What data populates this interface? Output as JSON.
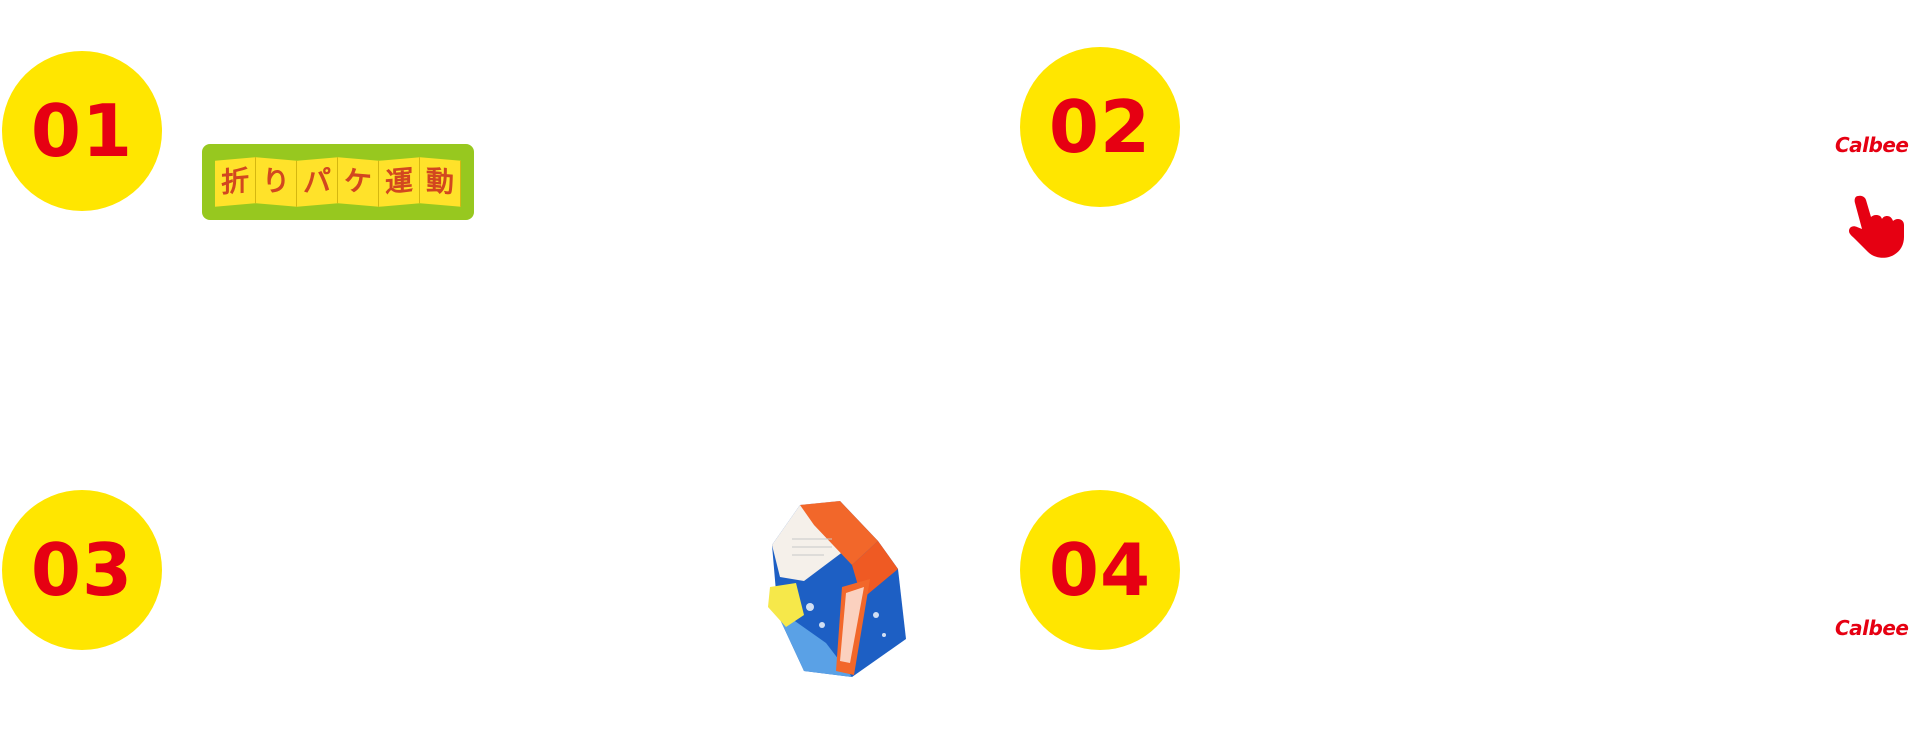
{
  "steps": [
    {
      "number": "01"
    },
    {
      "number": "02"
    },
    {
      "number": "03"
    },
    {
      "number": "04"
    }
  ],
  "badge": {
    "chars": [
      "折",
      "り",
      "パ",
      "ケ",
      "運",
      "動"
    ]
  },
  "brand": {
    "logo_text": "Calbee"
  },
  "colors": {
    "accent": "#e60012",
    "circle": "#ffe600",
    "badge_bg": "#97c81f",
    "badge_tile": "#ffe22a"
  },
  "icons": [
    "pointing-hand-icon",
    "folded-snack-package-image"
  ]
}
